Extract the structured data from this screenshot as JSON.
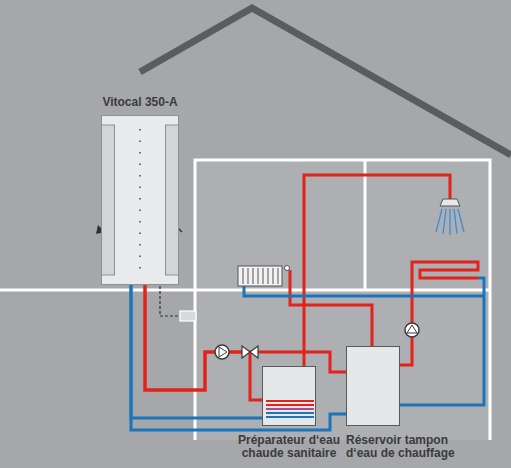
{
  "diagram": {
    "nodes": [
      {
        "text": [
          "Vitocal 350-A"
        ]
      },
      {
        "text": [
          "Préparateur d‘eau chaude sanitaire"
        ]
      },
      {
        "text": [
          "Réservoir tampon d‘eau de chauffage"
        ]
      }
    ],
    "edges": [
      {
        "from": 0,
        "to": 1,
        "arrow": "none"
      },
      {
        "from": 0,
        "to": 2,
        "arrow": "none"
      }
    ]
  }
}
